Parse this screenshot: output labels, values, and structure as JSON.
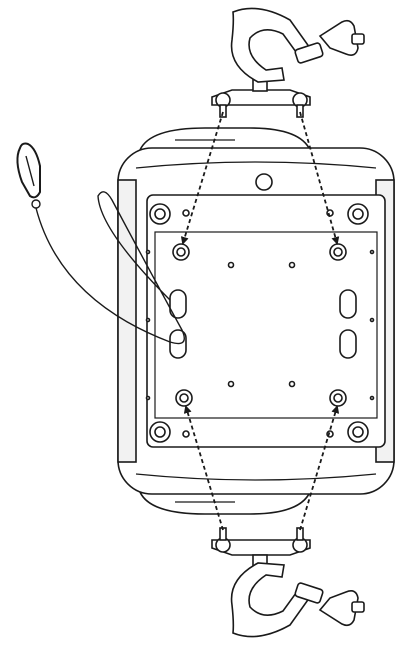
{
  "diagram": {
    "parts": {
      "fixture_body": "moving-head-base-bottom-view",
      "top_clamp": "half-coupler-clamp-top",
      "bottom_clamp": "half-coupler-clamp-bottom",
      "safety_cable": "safety-cable-with-carabiner"
    },
    "arrows": [
      "top-left-mount",
      "top-right-mount",
      "bottom-left-mount",
      "bottom-right-mount"
    ],
    "colors": {
      "line": "#1a1a1a",
      "fill": "#ffffff",
      "shade": "#e6e6e6"
    }
  }
}
